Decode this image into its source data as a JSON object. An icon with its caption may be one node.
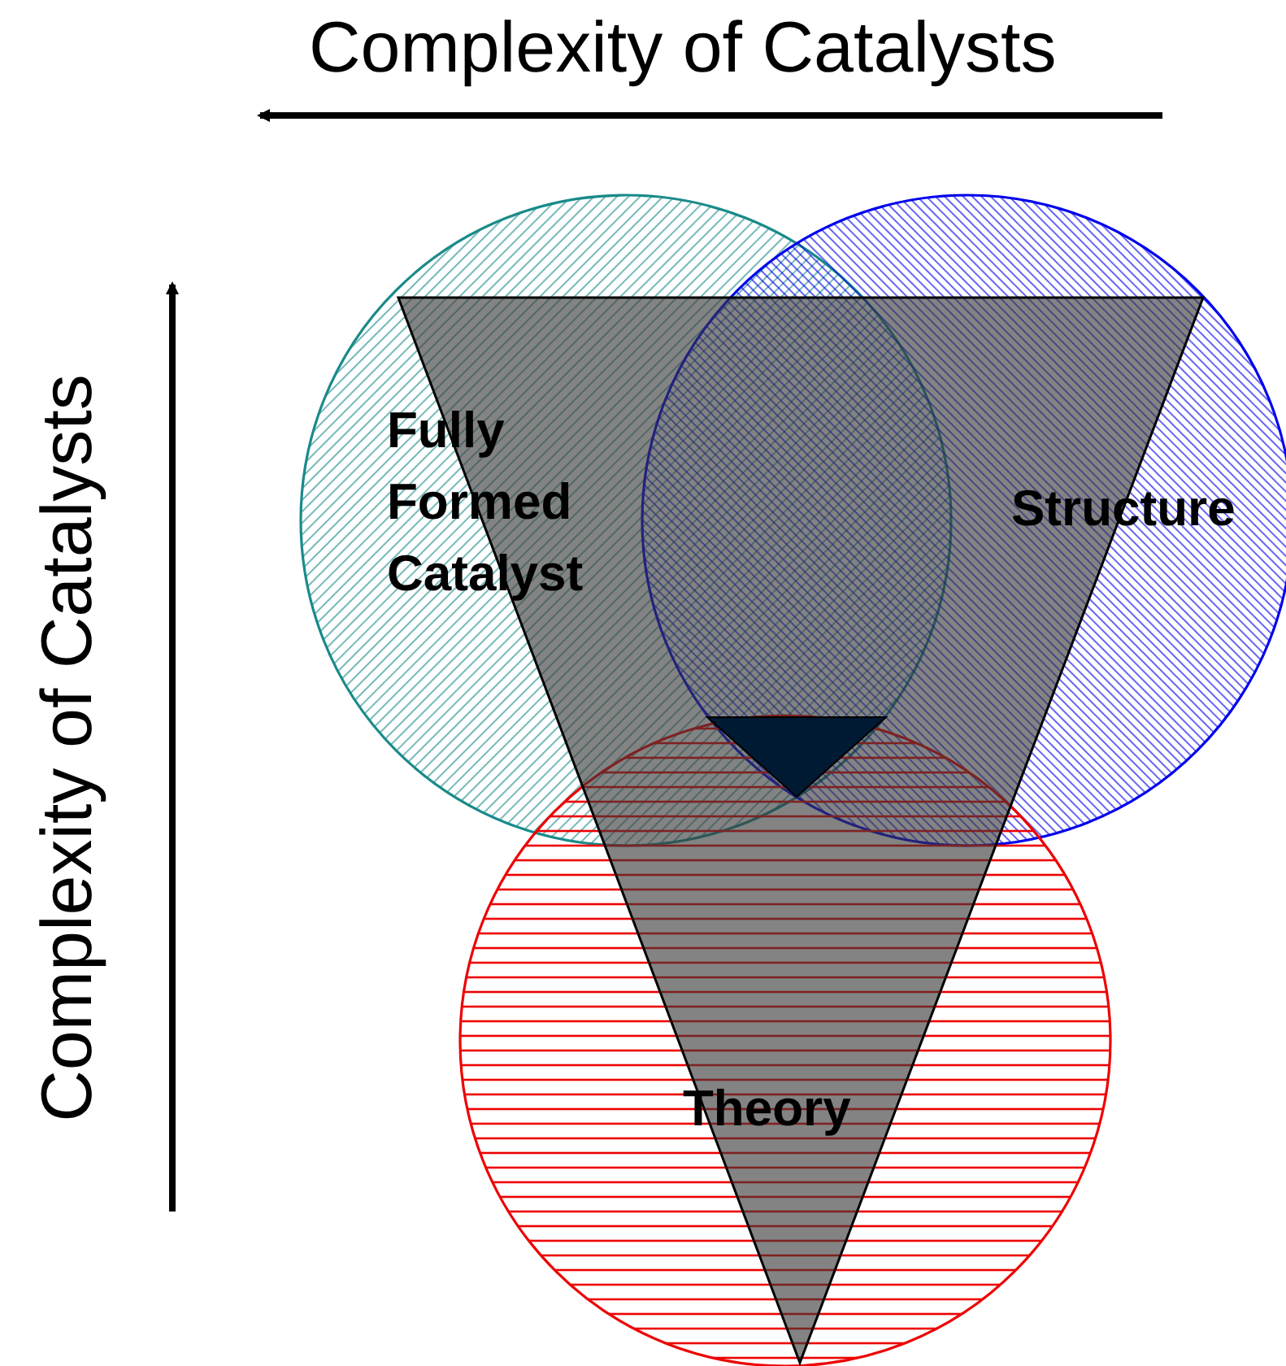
{
  "diagram": {
    "nodes": [
      {
        "text": [
          "Fully Formed Catalyst"
        ]
      },
      {
        "text": [
          "Structure"
        ]
      },
      {
        "text": [
          "Theory"
        ]
      }
    ],
    "labels": [
      "Complexity of Catalysts",
      "Complexity of Catalysts"
    ]
  }
}
